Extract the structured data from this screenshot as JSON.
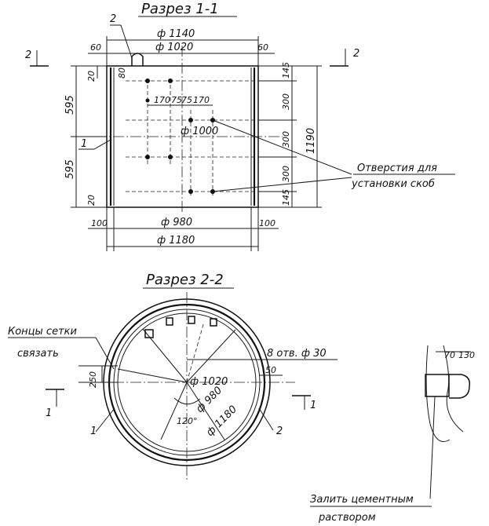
{
  "section_1_1": {
    "title": "Разрез 1-1",
    "dims": {
      "d1140": "ф 1140",
      "d1020": "ф 1020",
      "d1000": "ф 1000",
      "d980": "ф 980",
      "d1180": "ф 1180",
      "left60": "60",
      "right60": "60",
      "h595_top": "595",
      "h595_bot": "595",
      "h20_top": "20",
      "h20_bot": "20",
      "h80": "80",
      "h1190": "1190",
      "r145_top": "145",
      "r300_a": "300",
      "r300_b": "300",
      "r300_c": "300",
      "r145_bot": "145",
      "w170a": "170",
      "w75a": "75",
      "w75b": "75",
      "w170b": "170",
      "b100l": "100",
      "b100r": "100"
    },
    "callouts": {
      "c1": "1",
      "c2": "2"
    },
    "cut_marks": {
      "left": "2",
      "right": "2"
    },
    "note": {
      "line1": "Отверстия для",
      "line2": "установки скоб"
    }
  },
  "section_2_2": {
    "title": "Разрез 2-2",
    "labels": {
      "mesh1": "Концы сетки",
      "mesh2": "связать",
      "holes": "8 отв. ф 30",
      "d1020": "ф 1020",
      "d980": "ф 980",
      "d1180": "ф 1180",
      "d250": "250",
      "d50": "50",
      "a120": "120°",
      "c1": "1",
      "c2": "2",
      "cut_left": "1",
      "cut_right": "1"
    }
  },
  "detail": {
    "d70": "70",
    "d130": "130",
    "note1": "Залить цементным",
    "note2": "раствором"
  }
}
